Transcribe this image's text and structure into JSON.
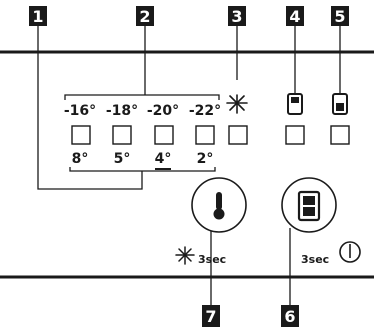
{
  "callouts": {
    "c1": "1",
    "c2": "2",
    "c3": "3",
    "c4": "4",
    "c5": "5",
    "c6": "6",
    "c7": "7"
  },
  "freezer_temps": [
    "-16°",
    "-18°",
    "-20°",
    "-22°"
  ],
  "fridge_temps": [
    "8°",
    "5°",
    "4°",
    "2°"
  ],
  "fridge_temp_underlined": "4°",
  "fast_freeze_hold": "3sec",
  "power_hold": "3sec",
  "icons": {
    "fast_freeze": "snowflake-icon",
    "freezer_compartment": "freezer-door-icon",
    "fridge_compartment": "fridge-door-icon",
    "thermometer": "thermometer-icon",
    "compartment_select": "compartment-select-icon",
    "power": "power-icon"
  },
  "colors": {
    "callout_bg": "#1a1a1a",
    "line": "#1a1a1a",
    "background": "#ffffff"
  }
}
